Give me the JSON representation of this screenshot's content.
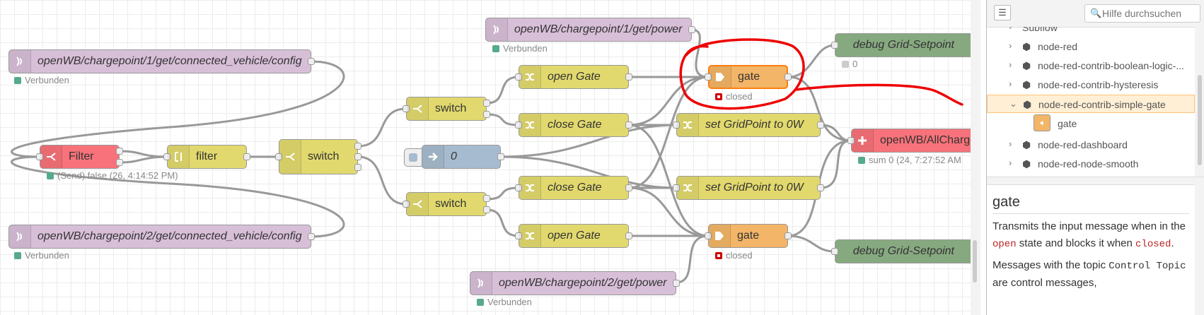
{
  "flow": {
    "nodes": {
      "mqtt_cv1": {
        "label": "openWB/chargepoint/1/get/connected_vehicle/config",
        "status": "Verbunden"
      },
      "mqtt_cv2": {
        "label": "openWB/chargepoint/2/get/connected_vehicle/config",
        "status": "Verbunden"
      },
      "mqtt_p1": {
        "label": "openWB/chargepoint/1/get/power",
        "status": "Verbunden"
      },
      "mqtt_p2": {
        "label": "openWB/chargepoint/2/get/power",
        "status": "Verbunden"
      },
      "filter_red": {
        "label": "Filter",
        "status": "(Send) false (26, 4:14:52 PM)"
      },
      "filter_join": {
        "label": "filter"
      },
      "switch_main": {
        "label": "switch"
      },
      "switch_top": {
        "label": "switch"
      },
      "switch_bottom": {
        "label": "switch"
      },
      "open_gate_1": {
        "label": "open Gate"
      },
      "close_gate_1": {
        "label": "close Gate"
      },
      "close_gate_2": {
        "label": "close Gate"
      },
      "open_gate_2": {
        "label": "open Gate"
      },
      "inject_0": {
        "label": "0"
      },
      "gate_1": {
        "label": "gate",
        "status": "closed"
      },
      "gate_2": {
        "label": "gate",
        "status": "closed"
      },
      "set_gp_1": {
        "label": "set GridPoint to 0W"
      },
      "set_gp_2": {
        "label": "set GridPoint to 0W"
      },
      "debug_1": {
        "label": "debug Grid-Setpoint",
        "status": "0"
      },
      "debug_2": {
        "label": "debug Grid-Setpoint"
      },
      "sum": {
        "label": "openWB/AllChargePoints",
        "status": "sum 0 (24, 7:27:52 AM"
      }
    }
  },
  "sidebar": {
    "search_placeholder": "Hilfe durchsuchen",
    "tree": [
      {
        "label": "Subflow"
      },
      {
        "label": "node-red"
      },
      {
        "label": "node-red-contrib-boolean-logic-..."
      },
      {
        "label": "node-red-contrib-hysteresis"
      },
      {
        "label": "node-red-contrib-simple-gate"
      },
      {
        "label": "node-red-dashboard"
      },
      {
        "label": "node-red-node-smooth"
      }
    ],
    "tree_leaf": "gate",
    "help": {
      "title": "gate",
      "p1_a": "Transmits the input message when in the ",
      "p1_code1": "open",
      "p1_b": " state and blocks it when ",
      "p1_code2": "closed",
      "p1_c": ".",
      "p2_a": "Messages with the topic ",
      "p2_code": "Control Topic",
      "p2_b": " are control messages,"
    }
  },
  "colors": {
    "mqtt": "#d8bfd8",
    "switch": "#e2d96e",
    "gate": "#f3b567",
    "filter": "#f7727a",
    "inject": "#a6bbcf",
    "debug": "#87a980",
    "annotation": "#e00000"
  },
  "icons": {
    "mqtt": "mqtt-signal-icon",
    "switch": "switch-icon",
    "change": "shuffle-icon",
    "gate": "gate-arrow-icon",
    "filter": "filter-icon",
    "join": "join-icon",
    "inject": "inject-arrow-icon",
    "sum": "plus-icon"
  }
}
